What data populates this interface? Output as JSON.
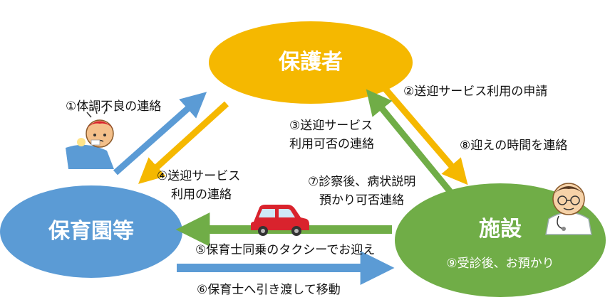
{
  "nodes": {
    "guardian": {
      "label": "保護者",
      "color": "#f5b800"
    },
    "nursery": {
      "label": "保育園等",
      "color": "#5b9bd5"
    },
    "facility": {
      "label": "施設",
      "sublabel": "⑨受診後、お預かり",
      "color": "#70ad47"
    }
  },
  "steps": {
    "s1": "①体調不良の連絡",
    "s2": "②送迎サービス利用の申請",
    "s3_line1": "③送迎サービス",
    "s3_line2": "利用可否の連絡",
    "s4_line1": "④送迎サービス",
    "s4_line2": "利用の連絡",
    "s5": "⑤保育士同乗のタクシーでお迎え",
    "s6": "⑥保育士へ引き渡して移動",
    "s7_line1": "⑦診察後、病状説明",
    "s7_line2": "預かり可否連絡",
    "s8": "⑧迎えの時間を連絡"
  },
  "colors": {
    "arrow_blue": "#5b9bd5",
    "arrow_orange": "#f5b800",
    "arrow_green": "#70ad47",
    "car_red": "#d9232d"
  }
}
